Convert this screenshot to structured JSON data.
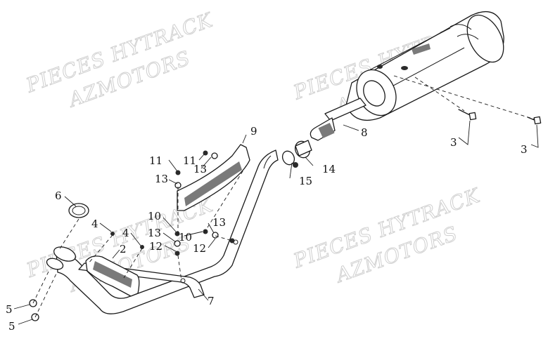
{
  "watermark": {
    "line1": "PIECES HYTRACK",
    "line2": "AZMOTORS"
  },
  "callouts": {
    "c1": "3",
    "c2": "3",
    "c3": "8",
    "c4": "9",
    "c5": "11",
    "c6": "11",
    "c7": "13",
    "c8": "13",
    "c9": "14",
    "c10": "15",
    "c11": "6",
    "c12": "4",
    "c13": "4",
    "c14": "10",
    "c15": "13",
    "c16": "10",
    "c17": "13",
    "c18": "2",
    "c19": "12",
    "c20": "12",
    "c21": "7",
    "c22": "5",
    "c23": "5"
  }
}
